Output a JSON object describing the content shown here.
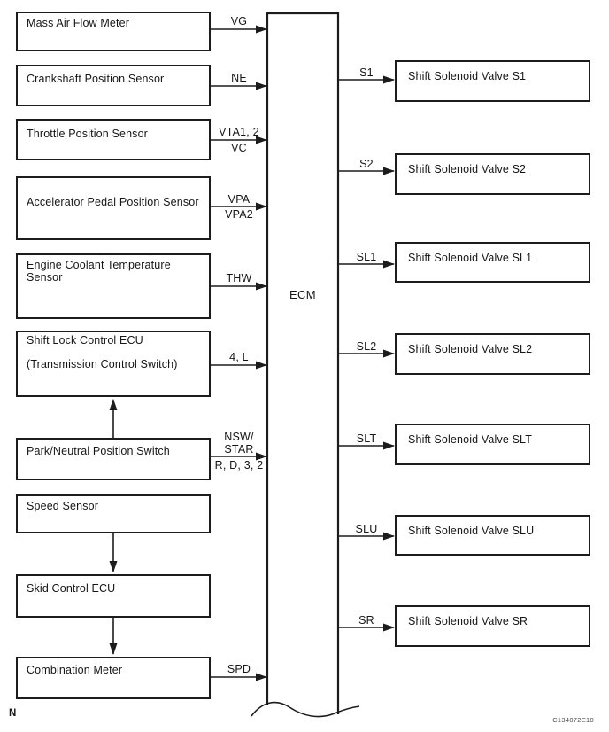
{
  "diagram": {
    "ecm": {
      "label": "ECM"
    },
    "left_nodes": [
      {
        "label": "Mass Air Flow Meter"
      },
      {
        "label": "Crankshaft Position Sensor"
      },
      {
        "label": "Throttle Position Sensor"
      },
      {
        "label": "Accelerator Pedal Position Sensor"
      },
      {
        "label": "Engine Coolant Temperature Sensor"
      },
      {
        "label": "Shift Lock Control ECU",
        "sublabel": "(Transmission Control Switch)"
      },
      {
        "label": "Park/Neutral Position Switch"
      },
      {
        "label": "Speed Sensor"
      },
      {
        "label": "Skid Control ECU"
      },
      {
        "label": "Combination Meter"
      }
    ],
    "input_signals": [
      {
        "above": "VG"
      },
      {
        "above": "NE"
      },
      {
        "above": "VTA1, 2",
        "below": "VC"
      },
      {
        "above": "VPA",
        "below": "VPA2"
      },
      {
        "above": "THW"
      },
      {
        "above": "4, L"
      },
      {
        "above": "NSW/",
        "above2": "STAR",
        "below": "R, D, 3, 2"
      },
      {
        "above": "SPD"
      }
    ],
    "output_signals": [
      "S1",
      "S2",
      "SL1",
      "SL2",
      "SLT",
      "SLU",
      "SR"
    ],
    "right_nodes": [
      {
        "label": "Shift Solenoid Valve S1"
      },
      {
        "label": "Shift Solenoid Valve S2"
      },
      {
        "label": "Shift Solenoid Valve SL1"
      },
      {
        "label": "Shift Solenoid Valve SL2"
      },
      {
        "label": "Shift Solenoid Valve SLT"
      },
      {
        "label": "Shift Solenoid Valve SLU"
      },
      {
        "label": "Shift Solenoid Valve SR"
      }
    ],
    "footnote": "N",
    "figure_code": "C134072E10"
  }
}
